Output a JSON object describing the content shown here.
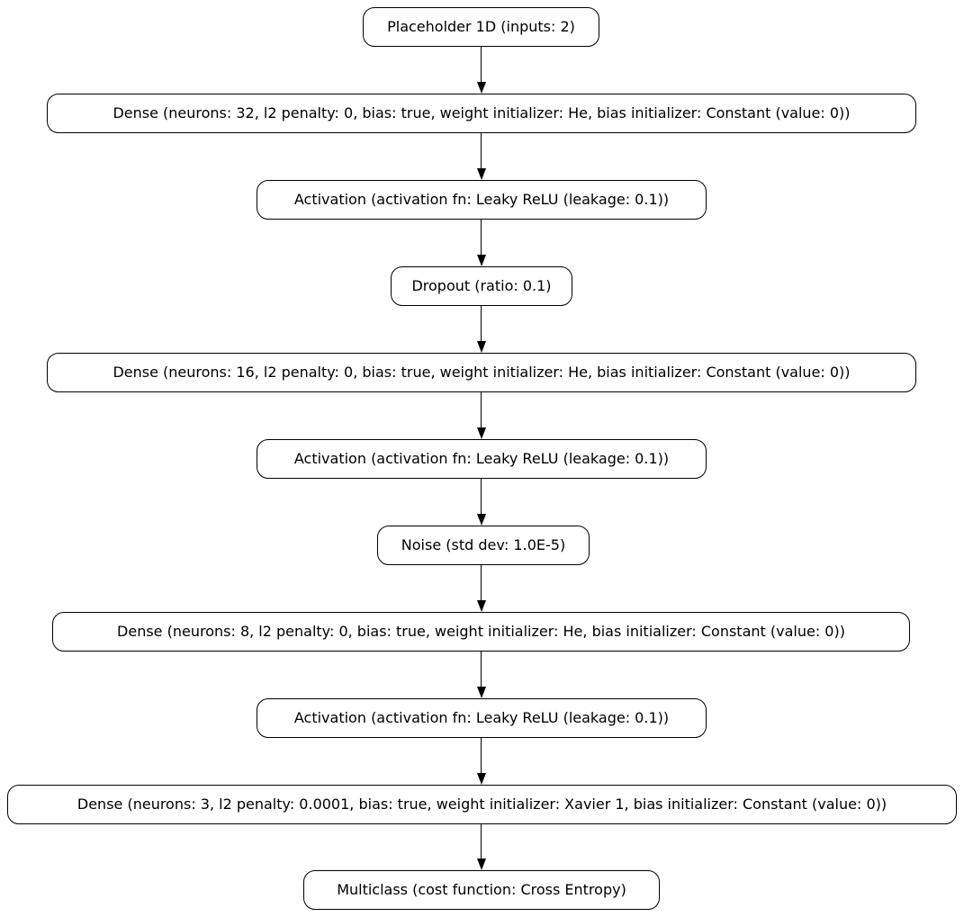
{
  "diagram": {
    "type": "neural-network-architecture-flowchart",
    "colors": {
      "background": "#ffffff",
      "node_fill": "#ffffff",
      "node_border": "#000000",
      "text": "#000000",
      "edge": "#000000"
    },
    "nodes": [
      {
        "id": "placeholder-1d",
        "label": "Placeholder 1D (inputs: 2)"
      },
      {
        "id": "dense-32",
        "label": "Dense (neurons: 32, l2 penalty: 0, bias: true, weight initializer: He, bias initializer: Constant (value: 0))"
      },
      {
        "id": "activation-1",
        "label": "Activation (activation fn: Leaky ReLU (leakage: 0.1))"
      },
      {
        "id": "dropout",
        "label": "Dropout (ratio: 0.1)"
      },
      {
        "id": "dense-16",
        "label": "Dense (neurons: 16, l2 penalty: 0, bias: true, weight initializer: He, bias initializer: Constant (value: 0))"
      },
      {
        "id": "activation-2",
        "label": "Activation (activation fn: Leaky ReLU (leakage: 0.1))"
      },
      {
        "id": "noise",
        "label": "Noise (std dev: 1.0E-5)"
      },
      {
        "id": "dense-8",
        "label": "Dense (neurons: 8, l2 penalty: 0, bias: true, weight initializer: He, bias initializer: Constant (value: 0))"
      },
      {
        "id": "activation-3",
        "label": "Activation (activation fn: Leaky ReLU (leakage: 0.1))"
      },
      {
        "id": "dense-3",
        "label": "Dense (neurons: 3, l2 penalty: 0.0001, bias: true, weight initializer: Xavier 1, bias initializer: Constant (value: 0))"
      },
      {
        "id": "multiclass",
        "label": "Multiclass (cost function: Cross Entropy)"
      }
    ],
    "edges": [
      [
        0,
        1
      ],
      [
        1,
        2
      ],
      [
        2,
        3
      ],
      [
        3,
        4
      ],
      [
        4,
        5
      ],
      [
        5,
        6
      ],
      [
        6,
        7
      ],
      [
        7,
        8
      ],
      [
        8,
        9
      ],
      [
        9,
        10
      ]
    ]
  }
}
